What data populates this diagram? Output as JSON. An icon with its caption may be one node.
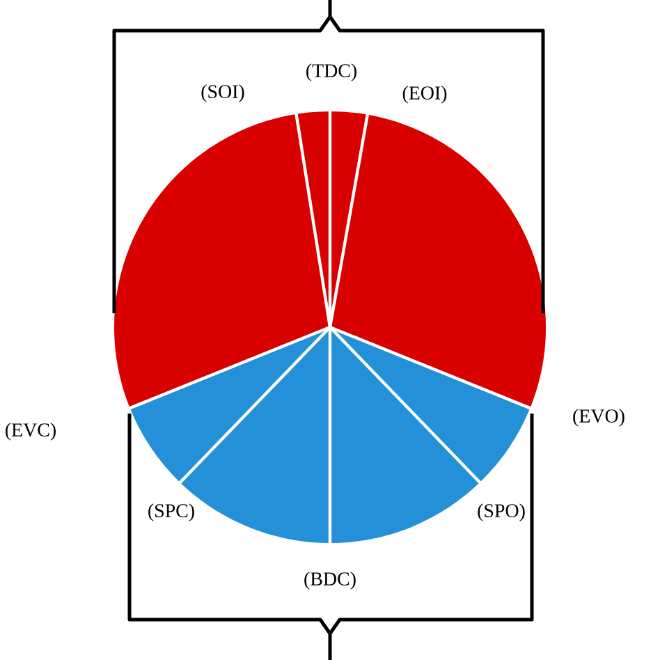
{
  "diagram": {
    "labels": [
      "(TDC)",
      "(SOI)",
      "(EOI)",
      "(EVC)",
      "(EVO)",
      "(SPC)",
      "(SPO)",
      "(BDC)"
    ]
  }
}
